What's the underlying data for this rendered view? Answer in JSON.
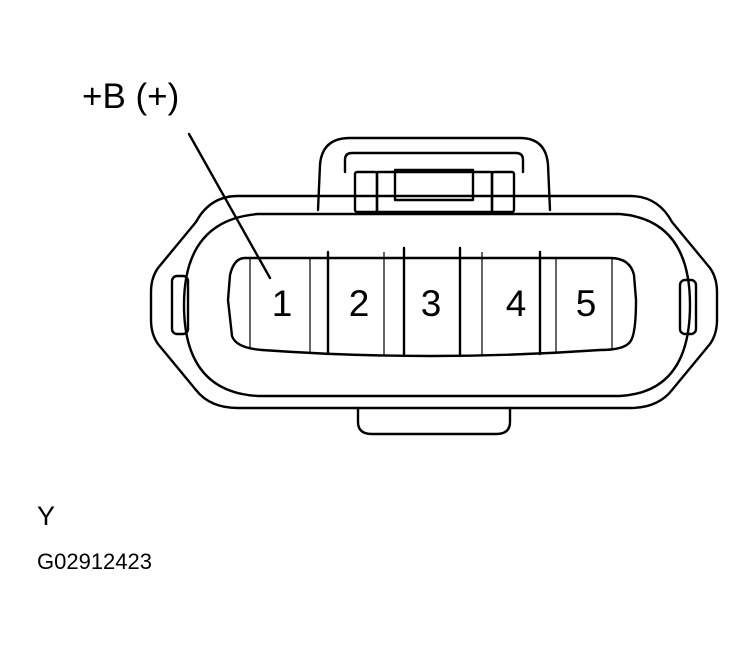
{
  "callout": {
    "label": "+B (+)"
  },
  "pins": [
    "1",
    "2",
    "3",
    "4",
    "5"
  ],
  "connector_color": "Y",
  "figure_id": "G02912423"
}
